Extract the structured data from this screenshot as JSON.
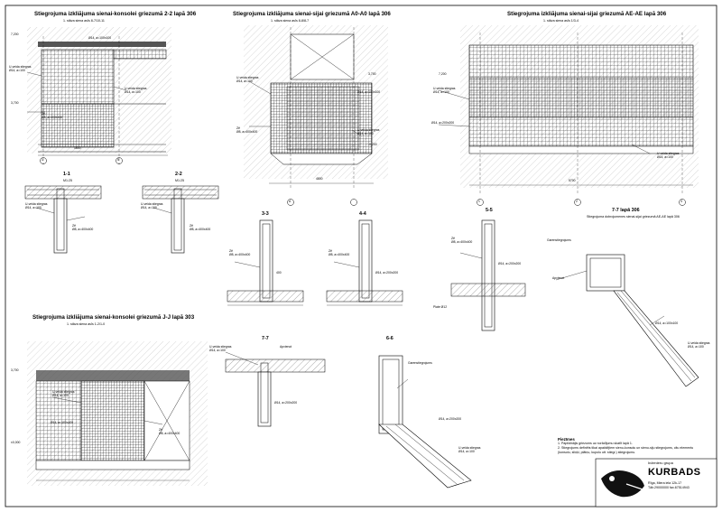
{
  "titles": {
    "t1": "Stiegrojuma izkliājuma sienai-konsolei griezumā 2-2 lapā 306",
    "t1_sub": "1. stāva siena asīs 8-7/10-11",
    "t2": "Stiegrojuma izkliājuma sienai-sijai griezumā A0-A0 lapā 306",
    "t2_sub": "1. stāva siena asīs 8-8/8-7",
    "t3": "Stiegrojuma izkliājuma sienai-sijai griezumā AE-AE lapā 306",
    "t3_sub": "1. stāva siena asīs 1/3-4",
    "t4": "Stiegrojuma izkliājuma sienai-konsolei griezumā J-J lapā 303",
    "t4_sub": "1. stāva siena asīs 1-2/1-0"
  },
  "sections": {
    "s11": "1-1",
    "s22": "2-2",
    "s33": "3-3",
    "s44": "4-4",
    "s55": "5-5",
    "s77a": "7-7",
    "s77b": "7-7 lapā 306",
    "s77b_sub": "Stiegrojuma dobrojumenes sienai-sijai griezumā AE-AE lapā 306",
    "s66": "6-6",
    "scale": "M1:25"
  },
  "labels": {
    "u_veida": "U-veida stiegras",
    "u_veida_val": "Ø14, a=100",
    "apvienot": "Apvienot",
    "zs": "Zē",
    "zs_val": "Ø8, a=400x400",
    "mesh": "Ø14, a=100x100",
    "mesh2": "Ø14, a=200x200",
    "gardu": "Garenstiegrojums",
    "plate": "Plate Ø12",
    "elev1": "7,200",
    "elev2": "3,700",
    "elev3": "±0,000",
    "elev4": "-0,200",
    "dim1": "1800",
    "dim2": "5700",
    "dim3": "4800",
    "dim4": "400",
    "axA": "1",
    "axB": "2",
    "axC": "3",
    "axD": "5",
    "axE": "A"
  },
  "notes": {
    "head": "Piezīmes",
    "n1": "1. Papildinājis griezums uz norādījumu skatīt lapā 1.",
    "n2": "2. Stiegrojums definēts tikai apakšējiem sienu-konsolu un sienu-siju stiegrojums, citu elementu",
    "n3": "(konsolu, sliņķi, plātņu, kupolu utt. stiegr.) stiegrojumu."
  },
  "titleblock": {
    "company": "Inženieru grupa",
    "logo": "KURBADS",
    "addr1": "Rīga, Miera iela 12k-17",
    "addr2": "Tālr.29000000 fax.67514943"
  }
}
